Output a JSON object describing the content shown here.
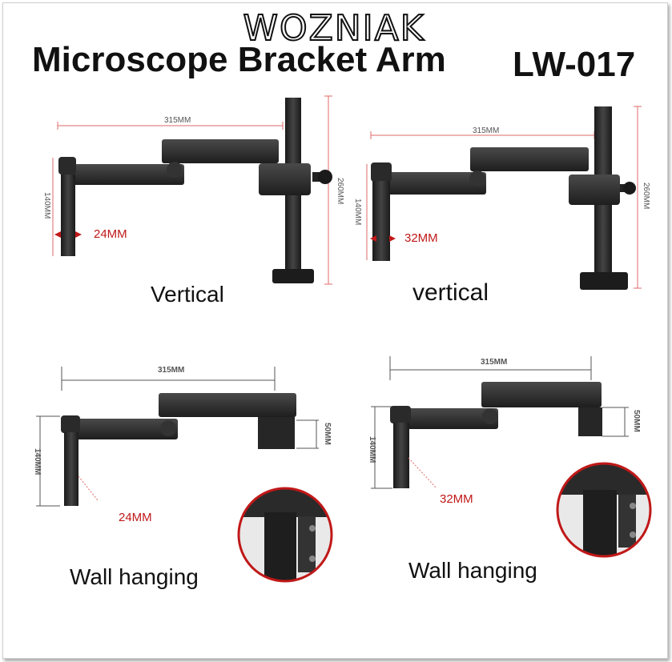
{
  "header": {
    "brand": "WOZNIAK",
    "title": "Microscope Bracket Arm",
    "model": "LW-017"
  },
  "panels": {
    "top_left": {
      "width_dim": "315MM",
      "height_dim": "260MM",
      "post_dim": "140MM",
      "diameter": "24MM",
      "caption": "Vertical"
    },
    "top_right": {
      "width_dim": "315MM",
      "height_dim": "260MM",
      "post_dim": "140MM",
      "diameter": "32MM",
      "caption": "vertical"
    },
    "bottom_left": {
      "width_dim": "315MM",
      "height_dim": "50MM",
      "post_dim": "140MM",
      "diameter": "24MM",
      "caption": "Wall hanging"
    },
    "bottom_right": {
      "width_dim": "315MM",
      "height_dim": "50MM",
      "post_dim": "140MM",
      "diameter": "32MM",
      "caption": "Wall hanging"
    }
  },
  "colors": {
    "arm": "#2b2b2b",
    "accent_red": "#c01818",
    "dimension_line": "#e06a6a"
  }
}
